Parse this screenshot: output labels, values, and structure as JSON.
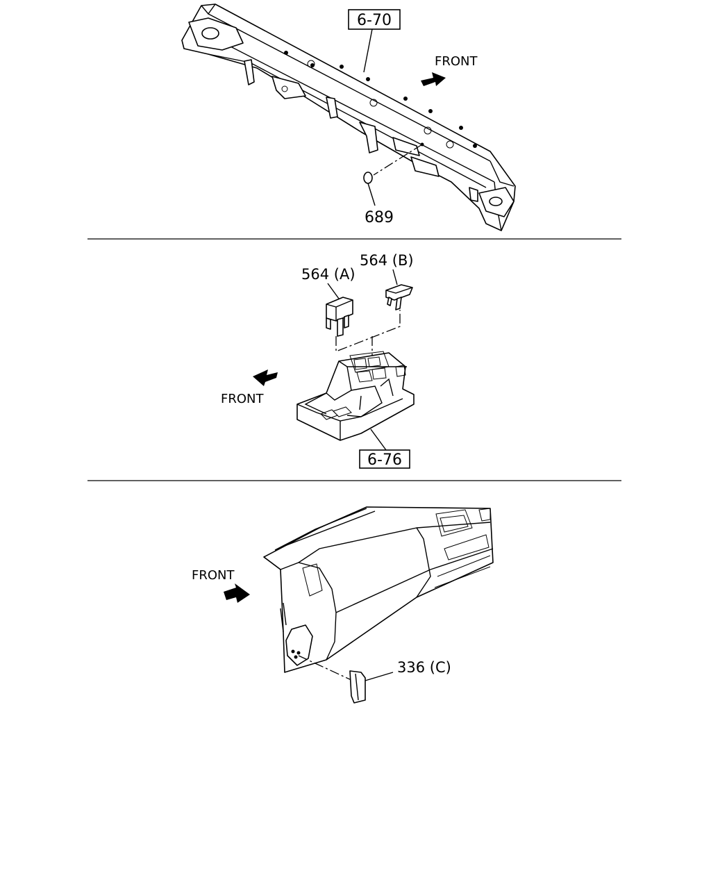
{
  "panels": [
    {
      "id": "rear-crossmember",
      "ref_code": "6-70",
      "direction_label": "FRONT",
      "part_labels": [
        "689"
      ]
    },
    {
      "id": "console-box",
      "ref_code": "6-76",
      "direction_label": "FRONT",
      "part_labels": [
        "564 (A)",
        "564 (B)"
      ]
    },
    {
      "id": "instrument-panel",
      "direction_label": "FRONT",
      "part_labels": [
        "336 (C)"
      ]
    }
  ]
}
